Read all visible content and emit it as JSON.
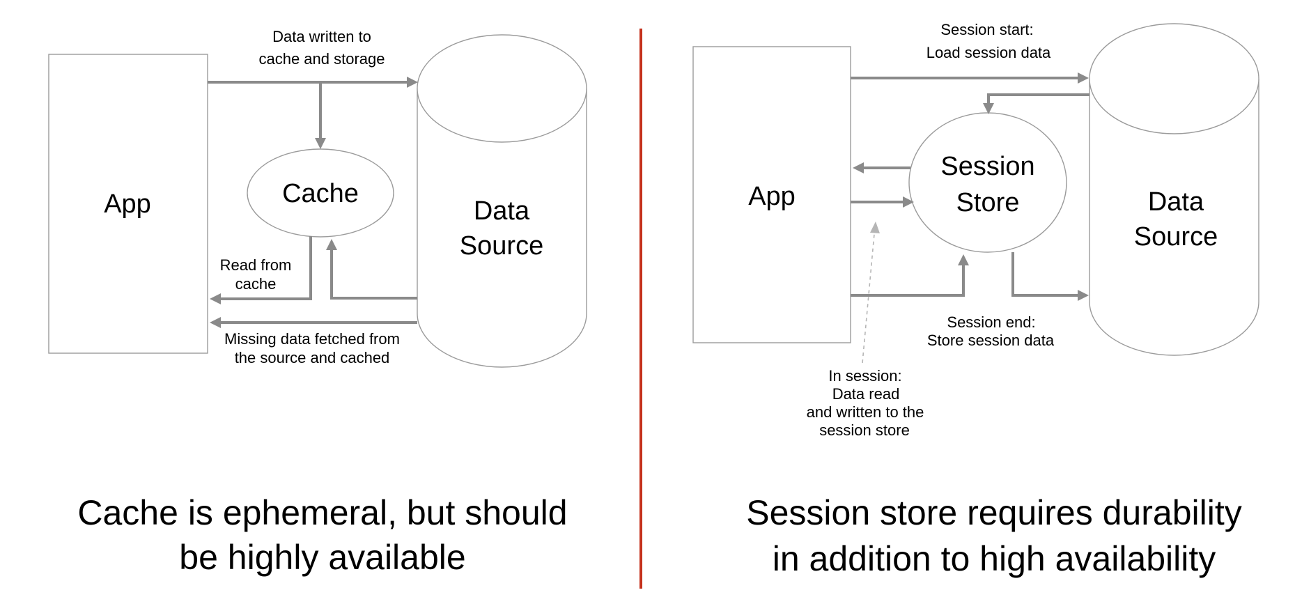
{
  "colors": {
    "divider": "#c5311c",
    "arrow": "#8a8a8a",
    "shape_border": "#9b9b9b",
    "dashed_arrow": "#b5b5b5",
    "text": "#000000",
    "background": "#ffffff"
  },
  "left": {
    "app_label": "App",
    "cache_label": "Cache",
    "datasource_label": [
      "Data",
      "Source"
    ],
    "label_written": [
      "Data written to",
      "cache and storage"
    ],
    "label_read": [
      "Read from",
      "cache"
    ],
    "label_missing": [
      "Missing data fetched from",
      "the source and cached"
    ],
    "caption": [
      "Cache is ephemeral, but should",
      "be highly available"
    ]
  },
  "right": {
    "app_label": "App",
    "store_label": [
      "Session",
      "Store"
    ],
    "datasource_label": [
      "Data",
      "Source"
    ],
    "label_start": [
      "Session start:",
      "Load session data"
    ],
    "label_end": [
      "Session end:",
      "Store session data"
    ],
    "label_insession": [
      "In session:",
      "Data read",
      "and written to the",
      "session store"
    ],
    "caption": [
      "Session store requires durability",
      "in addition to high availability"
    ]
  }
}
